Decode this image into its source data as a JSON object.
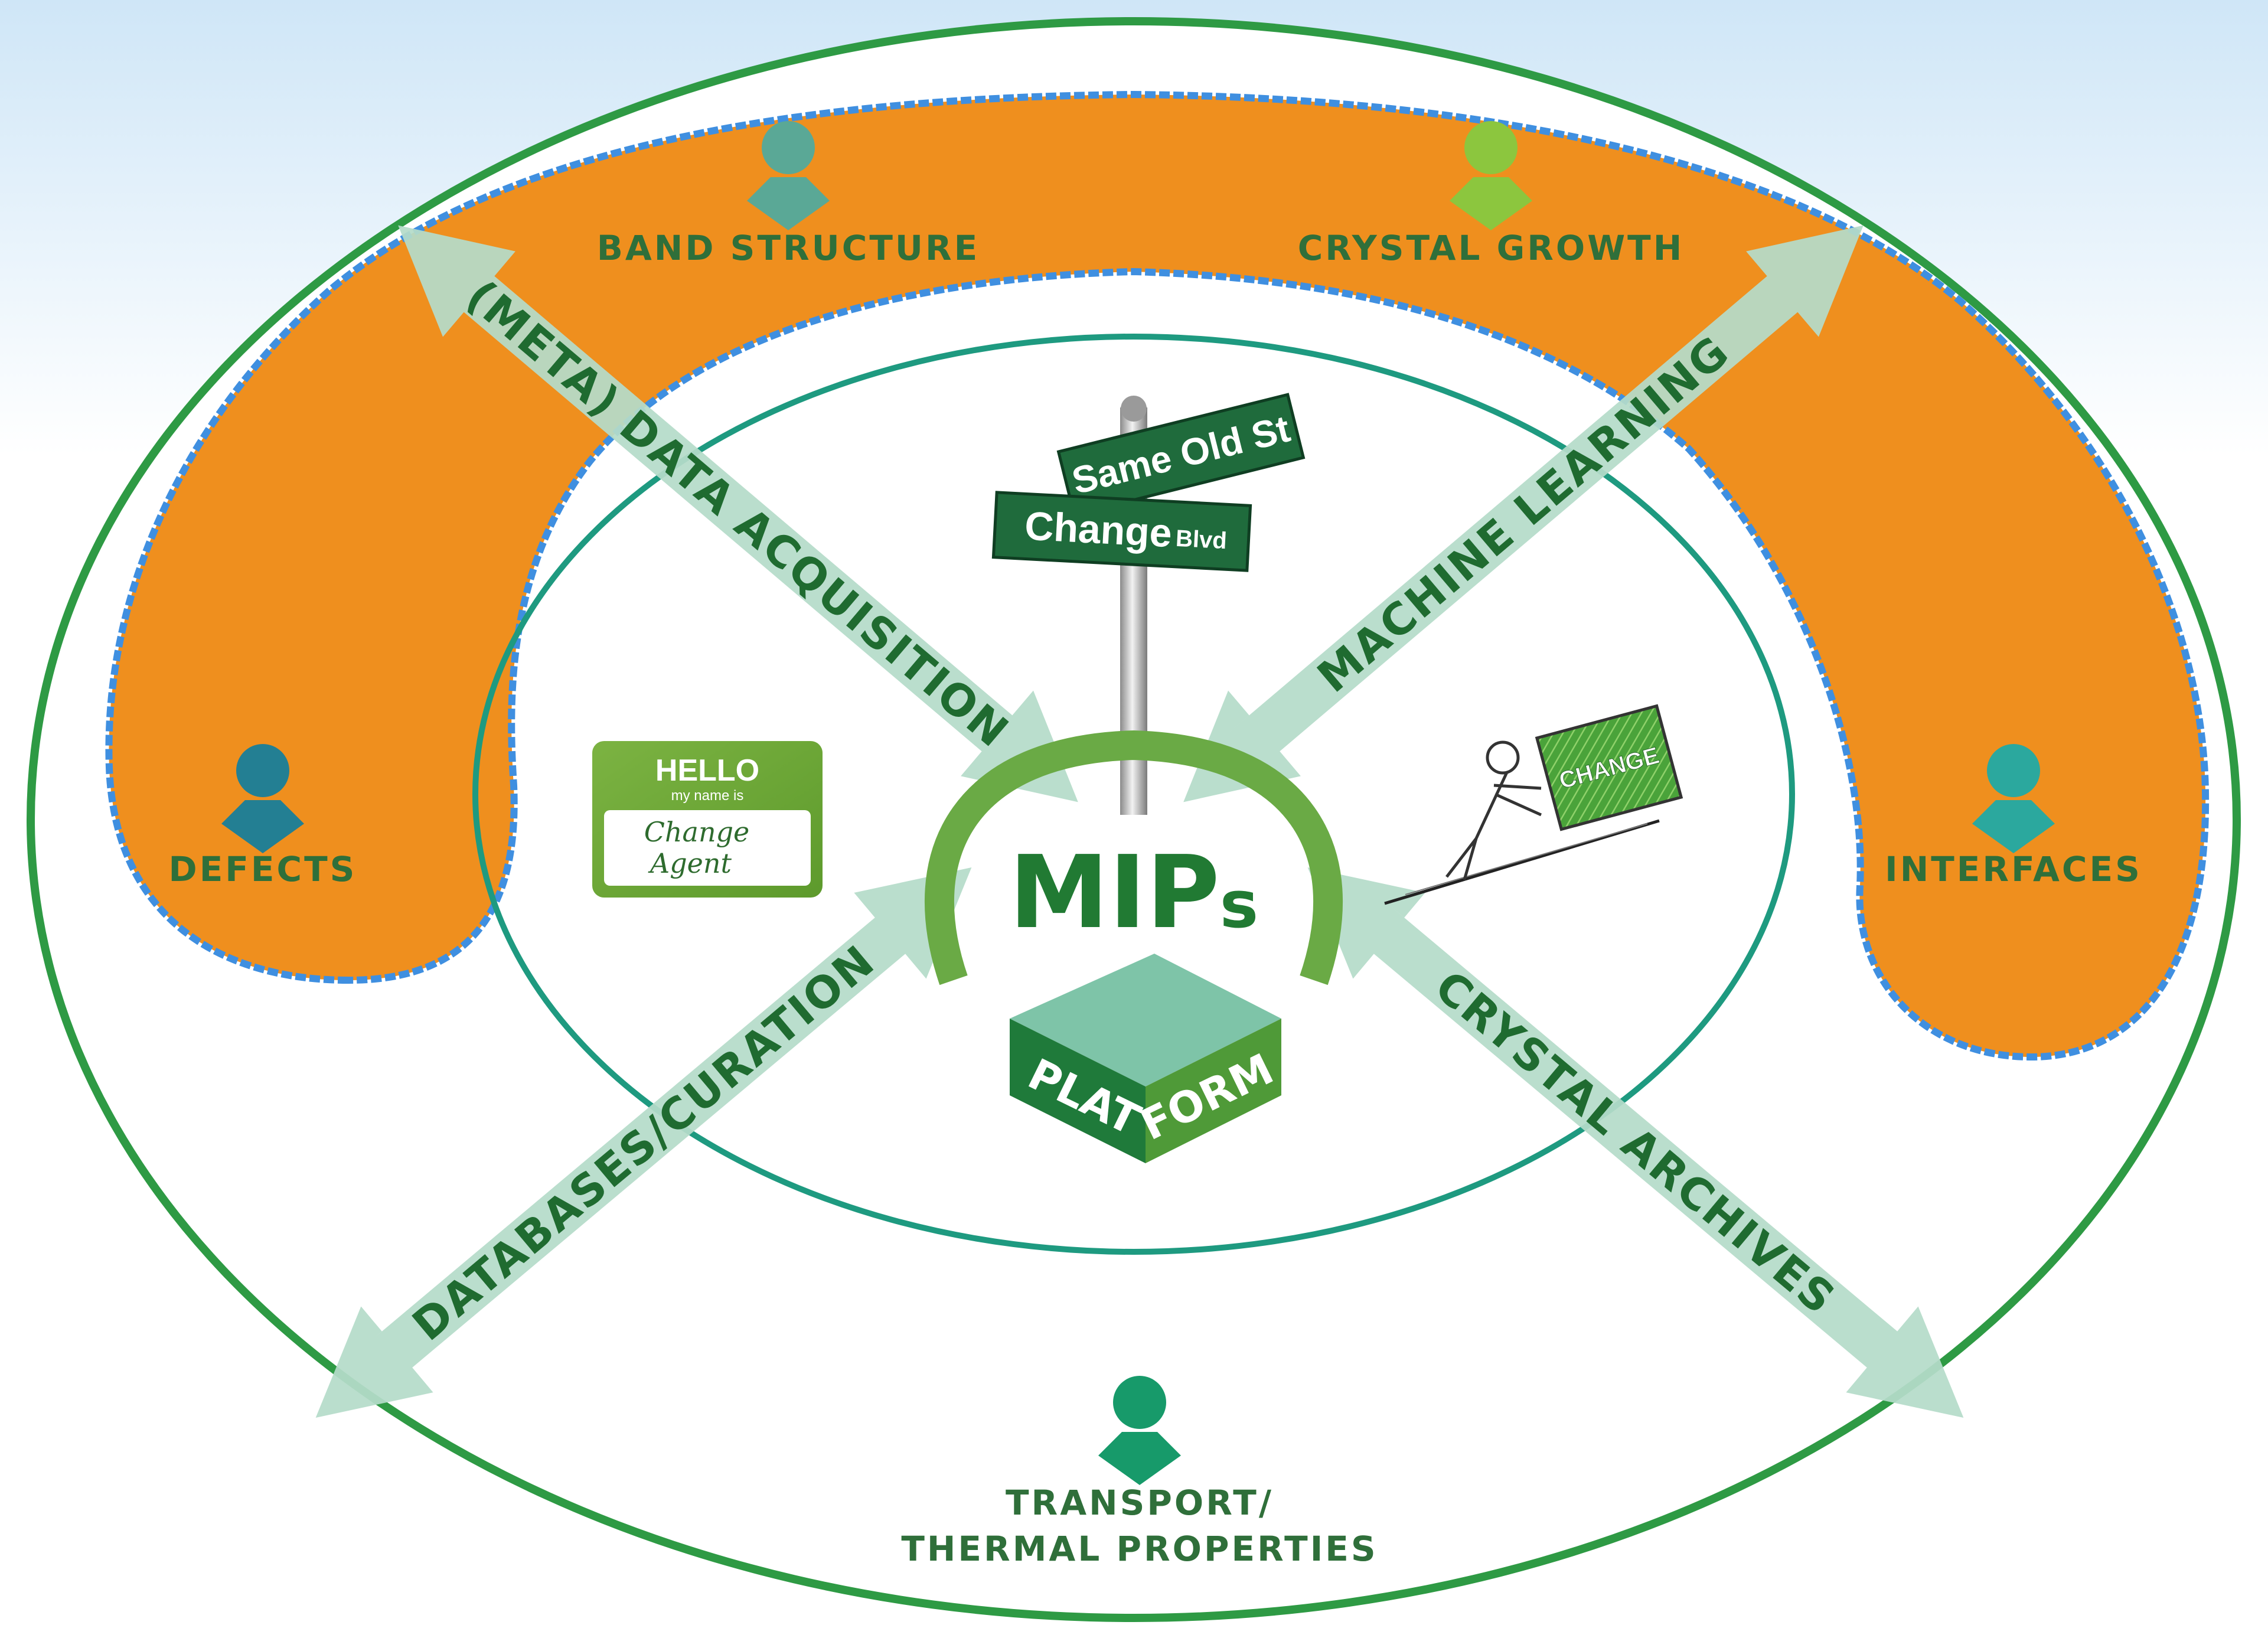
{
  "colors": {
    "sky_top": "#cfe6f7",
    "outer_ring": "#2e9a44",
    "inner_ring": "#1e9a80",
    "banana": "#ef8f1e",
    "banana_edge": "#3f8fe0",
    "arrow_fill": "#b5dcc9",
    "label_green": "#2f6f3a",
    "mips_green": "#217a33",
    "platform_top": "#7ec4a8"
  },
  "center": {
    "title_main": "MIP",
    "title_suffix": "s",
    "platform_left": "PLAT",
    "platform_right": "FORM"
  },
  "street_sign": {
    "top_sign": "Same Old St",
    "bottom_sign_main": "Change",
    "bottom_sign_suffix": "Blvd"
  },
  "name_tag": {
    "header": "HELLO",
    "subheader": "my name is",
    "name_line1": "Change",
    "name_line2": "Agent"
  },
  "pusher": {
    "box_label": "CHANGE"
  },
  "arrows": {
    "top_left": "(META) DATA ACQUISITION",
    "top_right": "MACHINE LEARNING",
    "bottom_left": "DATABASES/CURATION",
    "bottom_right": "CRYSTAL  ARCHIVES"
  },
  "topics": [
    {
      "id": "band-structure",
      "label": "BAND STRUCTURE",
      "icon": "person-icon",
      "color": "#5aa896"
    },
    {
      "id": "crystal-growth",
      "label": "CRYSTAL GROWTH",
      "icon": "person-icon",
      "color": "#8cc63e"
    },
    {
      "id": "defects",
      "label": "DEFECTS",
      "icon": "person-icon",
      "color": "#237f93"
    },
    {
      "id": "interfaces",
      "label": "INTERFACES",
      "icon": "person-icon",
      "color": "#2ba89e"
    },
    {
      "id": "transport",
      "label_line1": "TRANSPORT/",
      "label_line2": "THERMAL PROPERTIES",
      "icon": "person-icon",
      "color": "#179a6a"
    }
  ]
}
